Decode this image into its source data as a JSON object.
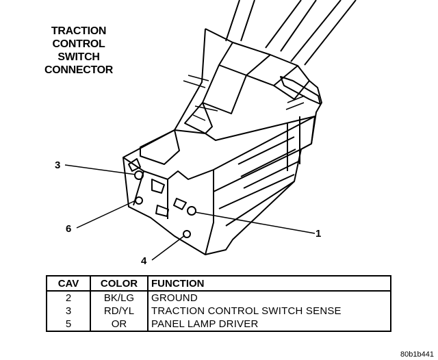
{
  "title_lines": [
    "TRACTION",
    "CONTROL",
    "SWITCH",
    "CONNECTOR"
  ],
  "callouts": {
    "c3": "3",
    "c6": "6",
    "c1": "1",
    "c4": "4"
  },
  "table": {
    "headers": [
      "CAV",
      "COLOR",
      "FUNCTION"
    ],
    "rows": [
      [
        "2",
        "BK/LG",
        "GROUND"
      ],
      [
        "3",
        "RD/YL",
        "TRACTION CONTROL SWITCH SENSE"
      ],
      [
        "5",
        "OR",
        "PANEL LAMP DRIVER"
      ]
    ]
  },
  "figure_code": "80b1b441"
}
